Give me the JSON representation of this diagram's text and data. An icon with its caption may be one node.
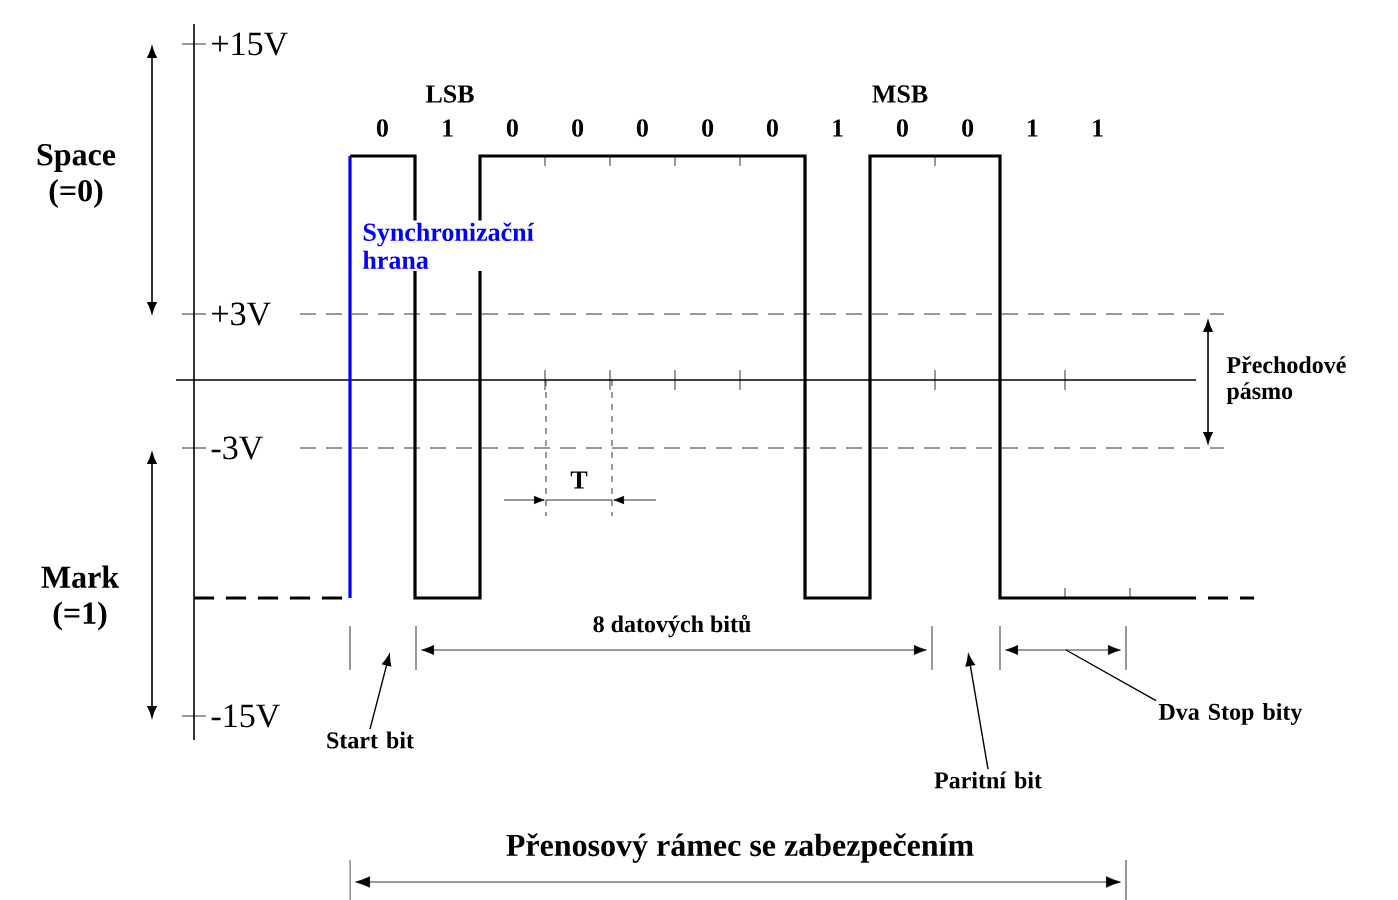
{
  "diagram": {
    "nodes": [
      {
        "text": [
          "Start bit"
        ]
      },
      {
        "text": [
          "Paritní bit"
        ]
      },
      {
        "text": [
          "Dva Stop bity"
        ]
      }
    ],
    "edges": [
      {
        "from": 0,
        "to": null,
        "arrow": "to"
      },
      {
        "from": 1,
        "to": null,
        "arrow": "to"
      },
      {
        "from": 2,
        "to": null,
        "arrow": "none"
      }
    ],
    "labels": [
      "+15V",
      "Space (=0)",
      "LSB",
      "MSB",
      "0",
      "1",
      "0",
      "0",
      "0",
      "0",
      "0",
      "1",
      "0",
      "0",
      "1",
      "1",
      "Synchronizační hrana",
      "+3V",
      "Přechodové pásmo",
      "-3V",
      "T",
      "Mark (=1)",
      "8 datových bitů",
      "-15V",
      "Přenosový rámec se zabezpečením"
    ]
  }
}
